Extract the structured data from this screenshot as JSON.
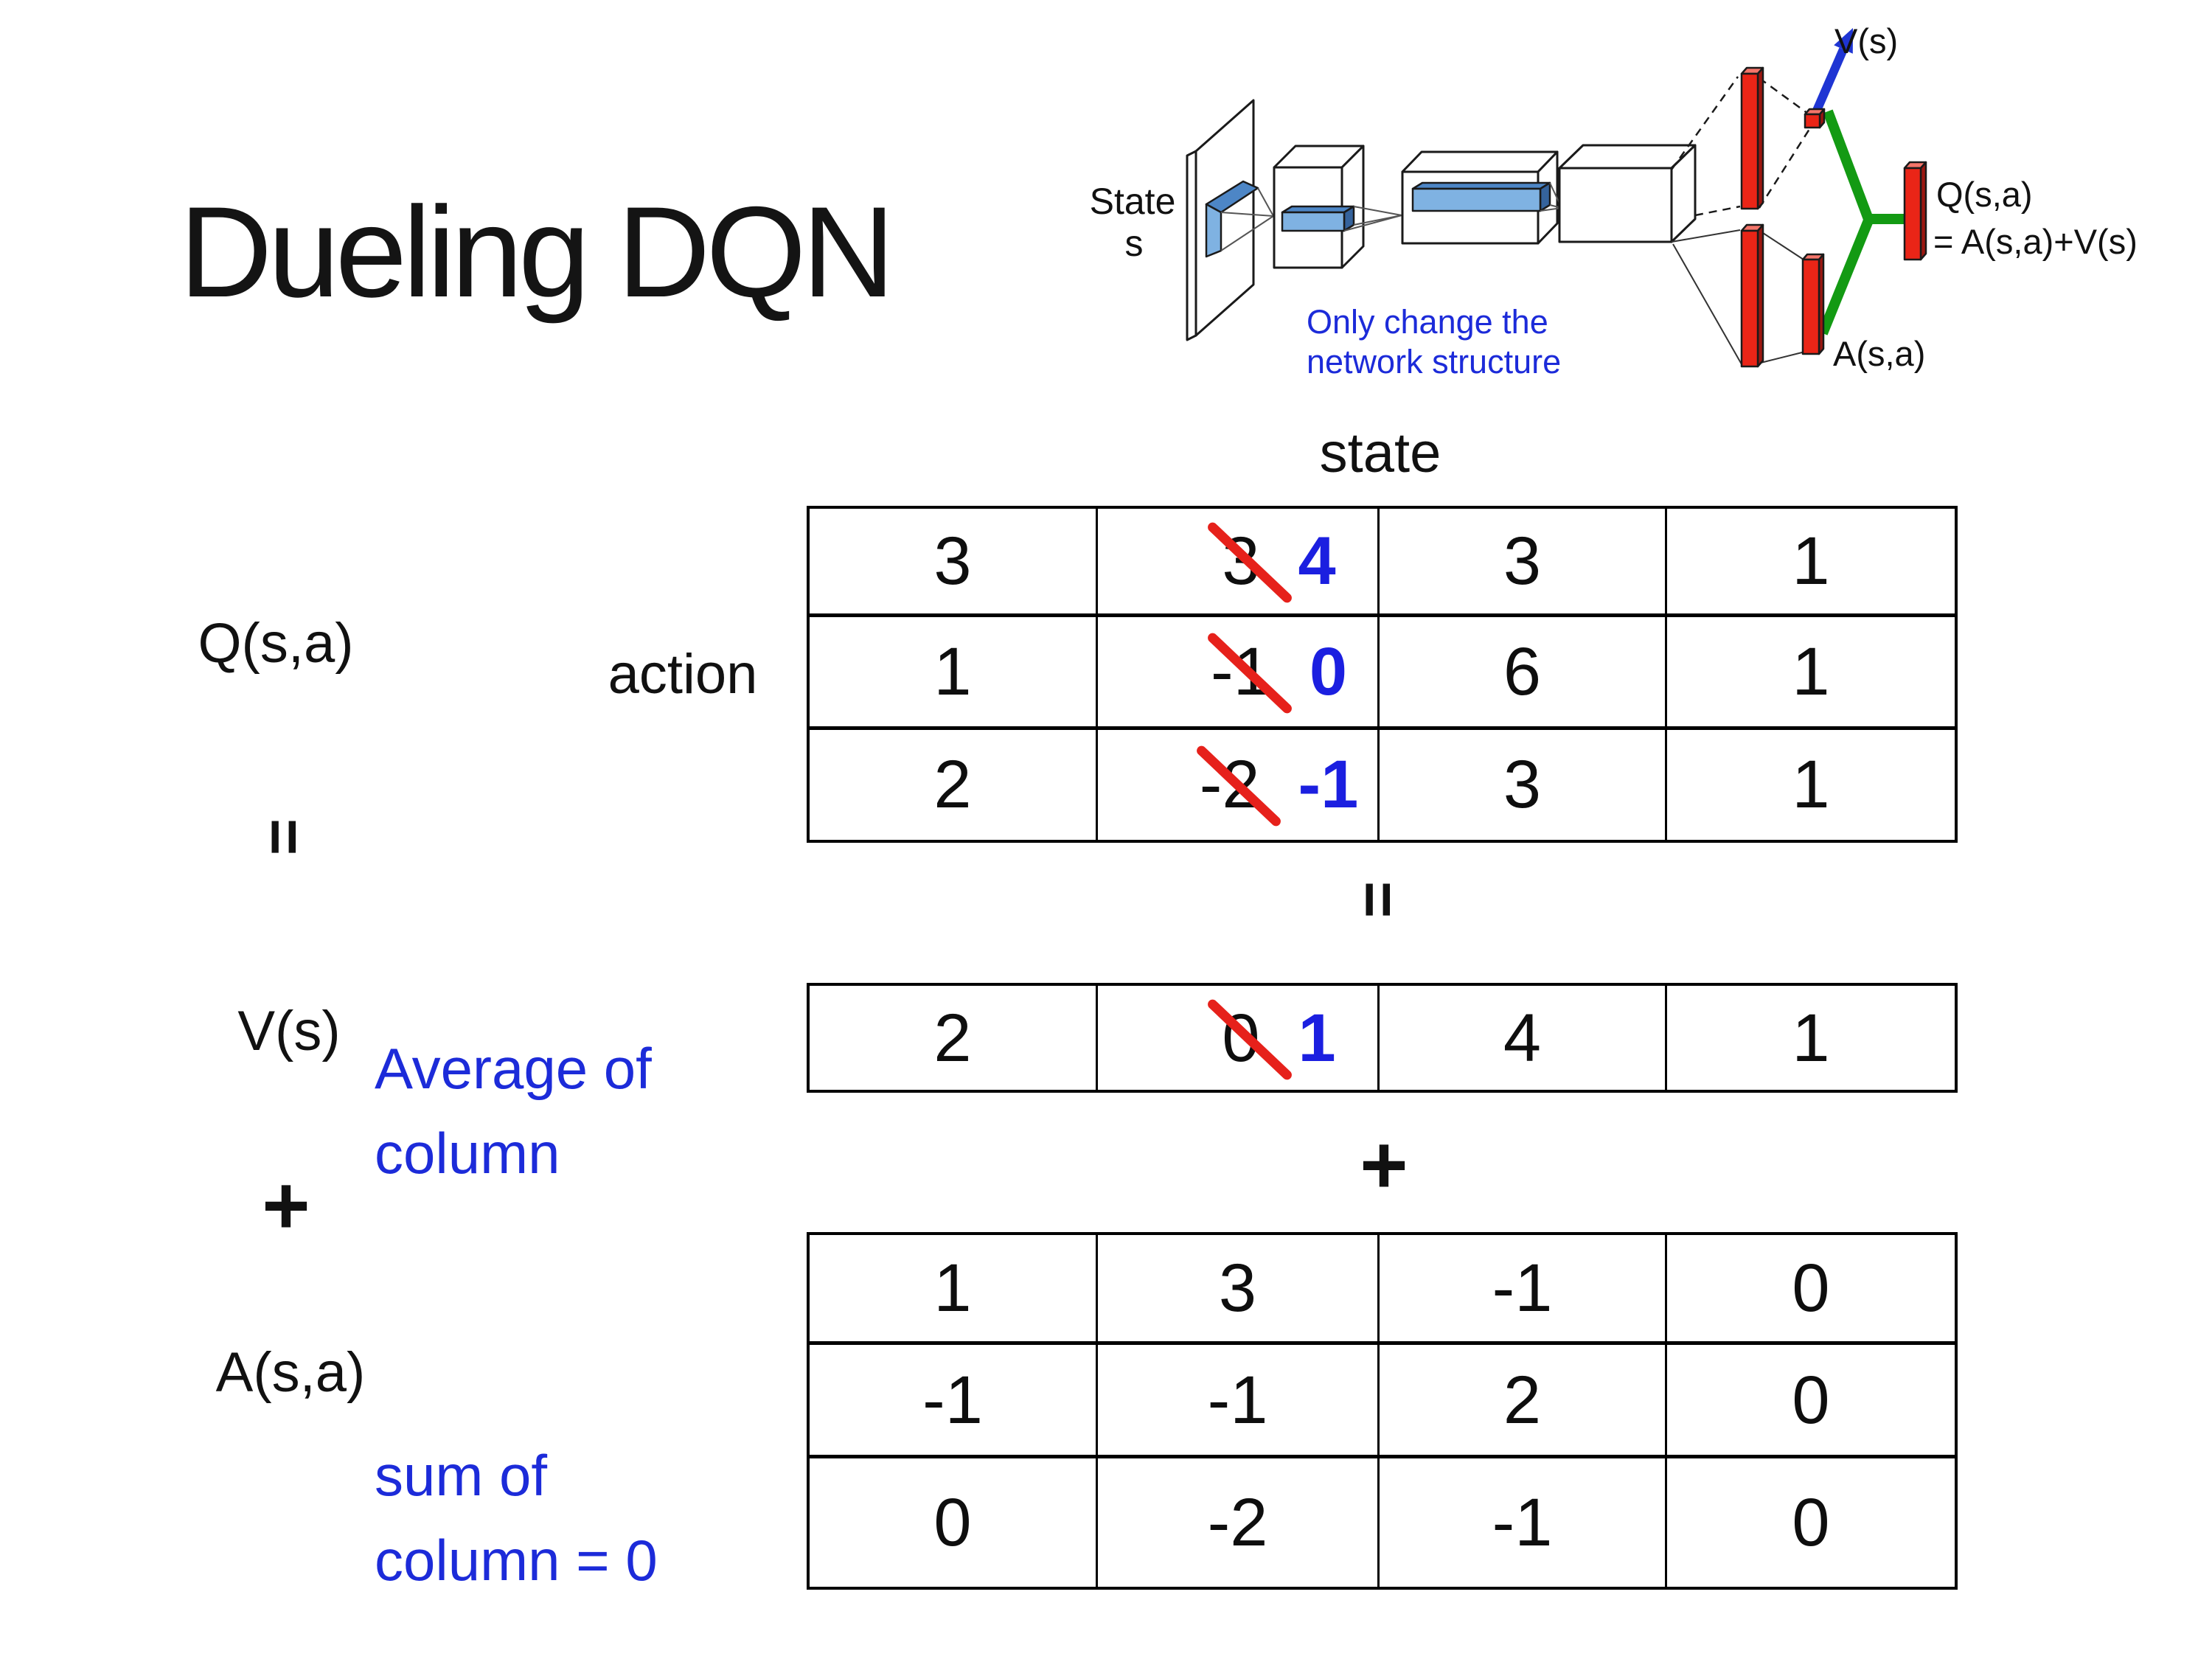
{
  "slide": {
    "title": "Dueling DQN"
  },
  "diagram": {
    "input_label_line1": "State",
    "input_label_line2": "s",
    "note_line1": "Only change the",
    "note_line2": "network structure",
    "v_out_label": "V(s)",
    "a_out_label": "A(s,a)",
    "q_out_label_line1": "Q(s,a)",
    "q_out_label_line2": "= A(s,a)+V(s)"
  },
  "decomposition": {
    "q_label": "Q(s,a)",
    "equals_left": "=",
    "v_label": "V(s)",
    "plus_left": "+",
    "a_label": "A(s,a)",
    "action_label": "action",
    "state_label": "state",
    "equals_mid": "=",
    "plus_mid": "+",
    "average_note": [
      "Average of",
      "column"
    ],
    "sum_note": [
      "sum of",
      "column = 0"
    ]
  },
  "q_table": {
    "rows": [
      [
        "3",
        {
          "old": "3",
          "new": "4"
        },
        "3",
        "1"
      ],
      [
        "1",
        {
          "old": "-1",
          "new": "0"
        },
        "6",
        "1"
      ],
      [
        "2",
        {
          "old": "-2",
          "new": "-1"
        },
        "3",
        "1"
      ]
    ]
  },
  "v_table": {
    "rows": [
      [
        "2",
        {
          "old": "0",
          "new": "1"
        },
        "4",
        "1"
      ]
    ]
  },
  "a_table": {
    "rows": [
      [
        "1",
        "3",
        "-1",
        "0"
      ],
      [
        "-1",
        "-1",
        "2",
        "0"
      ],
      [
        "0",
        "-2",
        "-1",
        "0"
      ]
    ]
  },
  "colors": {
    "annotation_blue": "#1c2bd9",
    "replaced_number_blue": "#1b1fe0",
    "strike_red": "#e6211b",
    "bar_red": "#ea2517",
    "merge_green": "#139a13",
    "filter_blue": "#7fb2e2"
  }
}
